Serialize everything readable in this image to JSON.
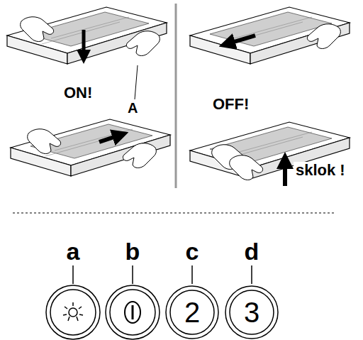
{
  "diagram": {
    "nodes": [
      {
        "text": [
          "2"
        ]
      },
      {
        "text": [
          "3"
        ]
      }
    ],
    "labels": [
      "ON!",
      "A",
      "OFF!",
      "sklok !",
      "a",
      "b",
      "c",
      "d"
    ]
  }
}
